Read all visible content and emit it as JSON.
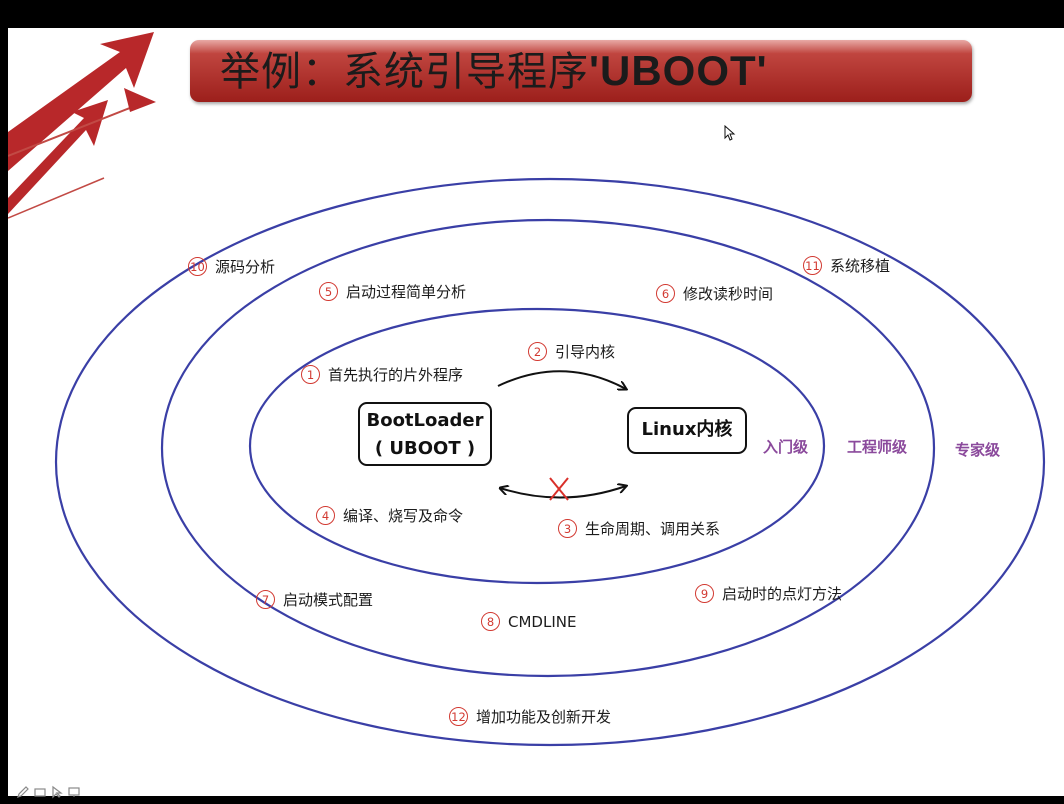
{
  "slide": {
    "title_cn": "举例：系统引导程序",
    "title_en": "'UBOOT'"
  },
  "center": {
    "bootloader_line1": "BootLoader",
    "bootloader_line2": "( UBOOT )",
    "linux_box": "Linux内核"
  },
  "items": [
    {
      "num": "1",
      "text": "首先执行的片外程序"
    },
    {
      "num": "2",
      "text": "引导内核"
    },
    {
      "num": "3",
      "text": "生命周期、调用关系"
    },
    {
      "num": "4",
      "text": "编译、烧写及命令"
    },
    {
      "num": "5",
      "text": "启动过程简单分析"
    },
    {
      "num": "6",
      "text": "修改读秒时间"
    },
    {
      "num": "7",
      "text": "启动模式配置"
    },
    {
      "num": "8",
      "text": "CMDLINE"
    },
    {
      "num": "9",
      "text": "启动时的点灯方法"
    },
    {
      "num": "10",
      "text": "源码分析"
    },
    {
      "num": "11",
      "text": "系统移植"
    },
    {
      "num": "12",
      "text": "增加功能及创新开发"
    }
  ],
  "levels": {
    "entry": "入门级",
    "engineer": "工程师级",
    "expert": "专家级"
  },
  "colors": {
    "ellipse": "#3a3fa6",
    "accent_red": "#d23a32",
    "level_purple": "#8b4a9c",
    "banner": "#a3231f"
  },
  "icons": [
    "arrow-logo-icon",
    "cursor-icon",
    "pen-tool-icon",
    "eraser-tool-icon",
    "pointer-tool-icon",
    "screen-tool-icon"
  ]
}
